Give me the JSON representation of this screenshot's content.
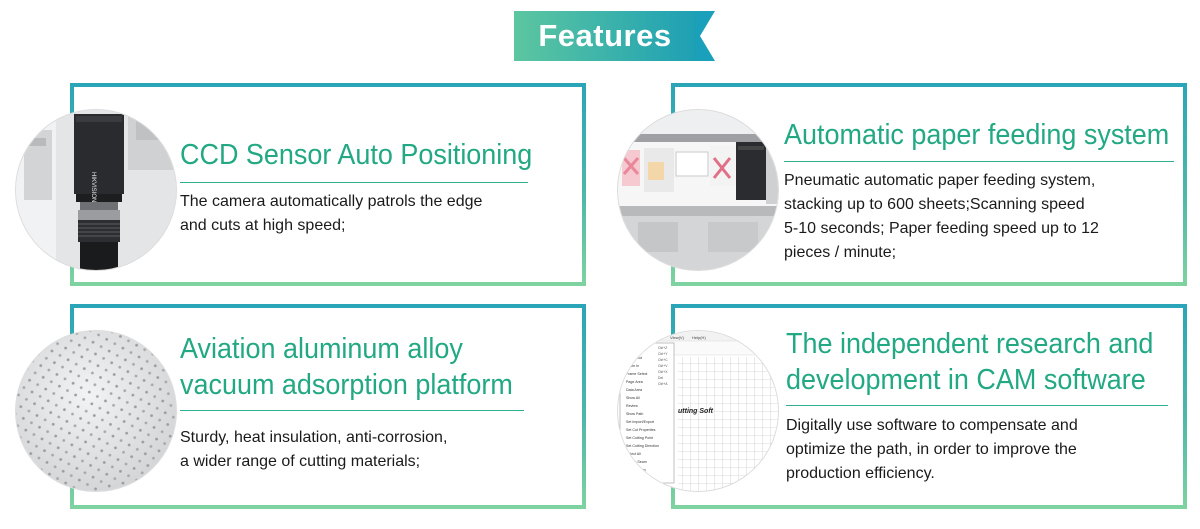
{
  "header": {
    "title": "Features",
    "colors": {
      "banner_start": "#5cc6a0",
      "banner_end": "#1ea0b4",
      "tail": "#1aa0ba"
    }
  },
  "features": [
    {
      "title_lines": [
        "CCD Sensor Auto Positioning"
      ],
      "description_lines": [
        "The camera automatically patrols the edge",
        "and cuts at high speed;"
      ],
      "image": {
        "icon": "ccd-camera-icon",
        "brand_text": "HIKVISION"
      }
    },
    {
      "title_lines": [
        "Automatic paper feeding system"
      ],
      "description_lines": [
        "Pneumatic automatic paper feeding system,",
        "stacking up to 600 sheets;Scanning speed",
        "5-10 seconds; Paper feeding speed up to 12",
        "pieces / minute;"
      ],
      "image": {
        "icon": "paper-feeder-icon"
      }
    },
    {
      "title_lines": [
        "Aviation aluminum alloy",
        "vacuum adsorption platform"
      ],
      "description_lines": [
        "Sturdy, heat insulation, anti-corrosion,",
        "a wider range of cutting materials;"
      ],
      "image": {
        "icon": "vacuum-platform-icon"
      }
    },
    {
      "title_lines": [
        "The independent research and",
        "development in CAM software"
      ],
      "description_lines": [
        "Digitally use software to compensate and",
        "optimize the path, in order to improve the",
        "production efficiency."
      ],
      "image": {
        "icon": "cam-software-icon",
        "canvas_text": "utting Soft",
        "menu_items": [
          "Move",
          "Zoom Out",
          "Zoom In",
          "Frame Select",
          "Page Area",
          "Data Area",
          "Show All",
          "Review",
          "Show Path",
          "Set Import/Export",
          "Set Cut Properties",
          "Set Cutting Point",
          "Set Cutting Direction",
          "Select All",
          "Delete Seam",
          "Reset Zoom"
        ],
        "shortcuts": [
          "Ctrl+Z",
          "Ctrl+Y",
          "Ctrl+C",
          "Ctrl+V",
          "Ctrl+X",
          "Del",
          "Ctrl+A"
        ],
        "menubar": [
          "View(V)",
          "Help(H)"
        ]
      }
    }
  ]
}
